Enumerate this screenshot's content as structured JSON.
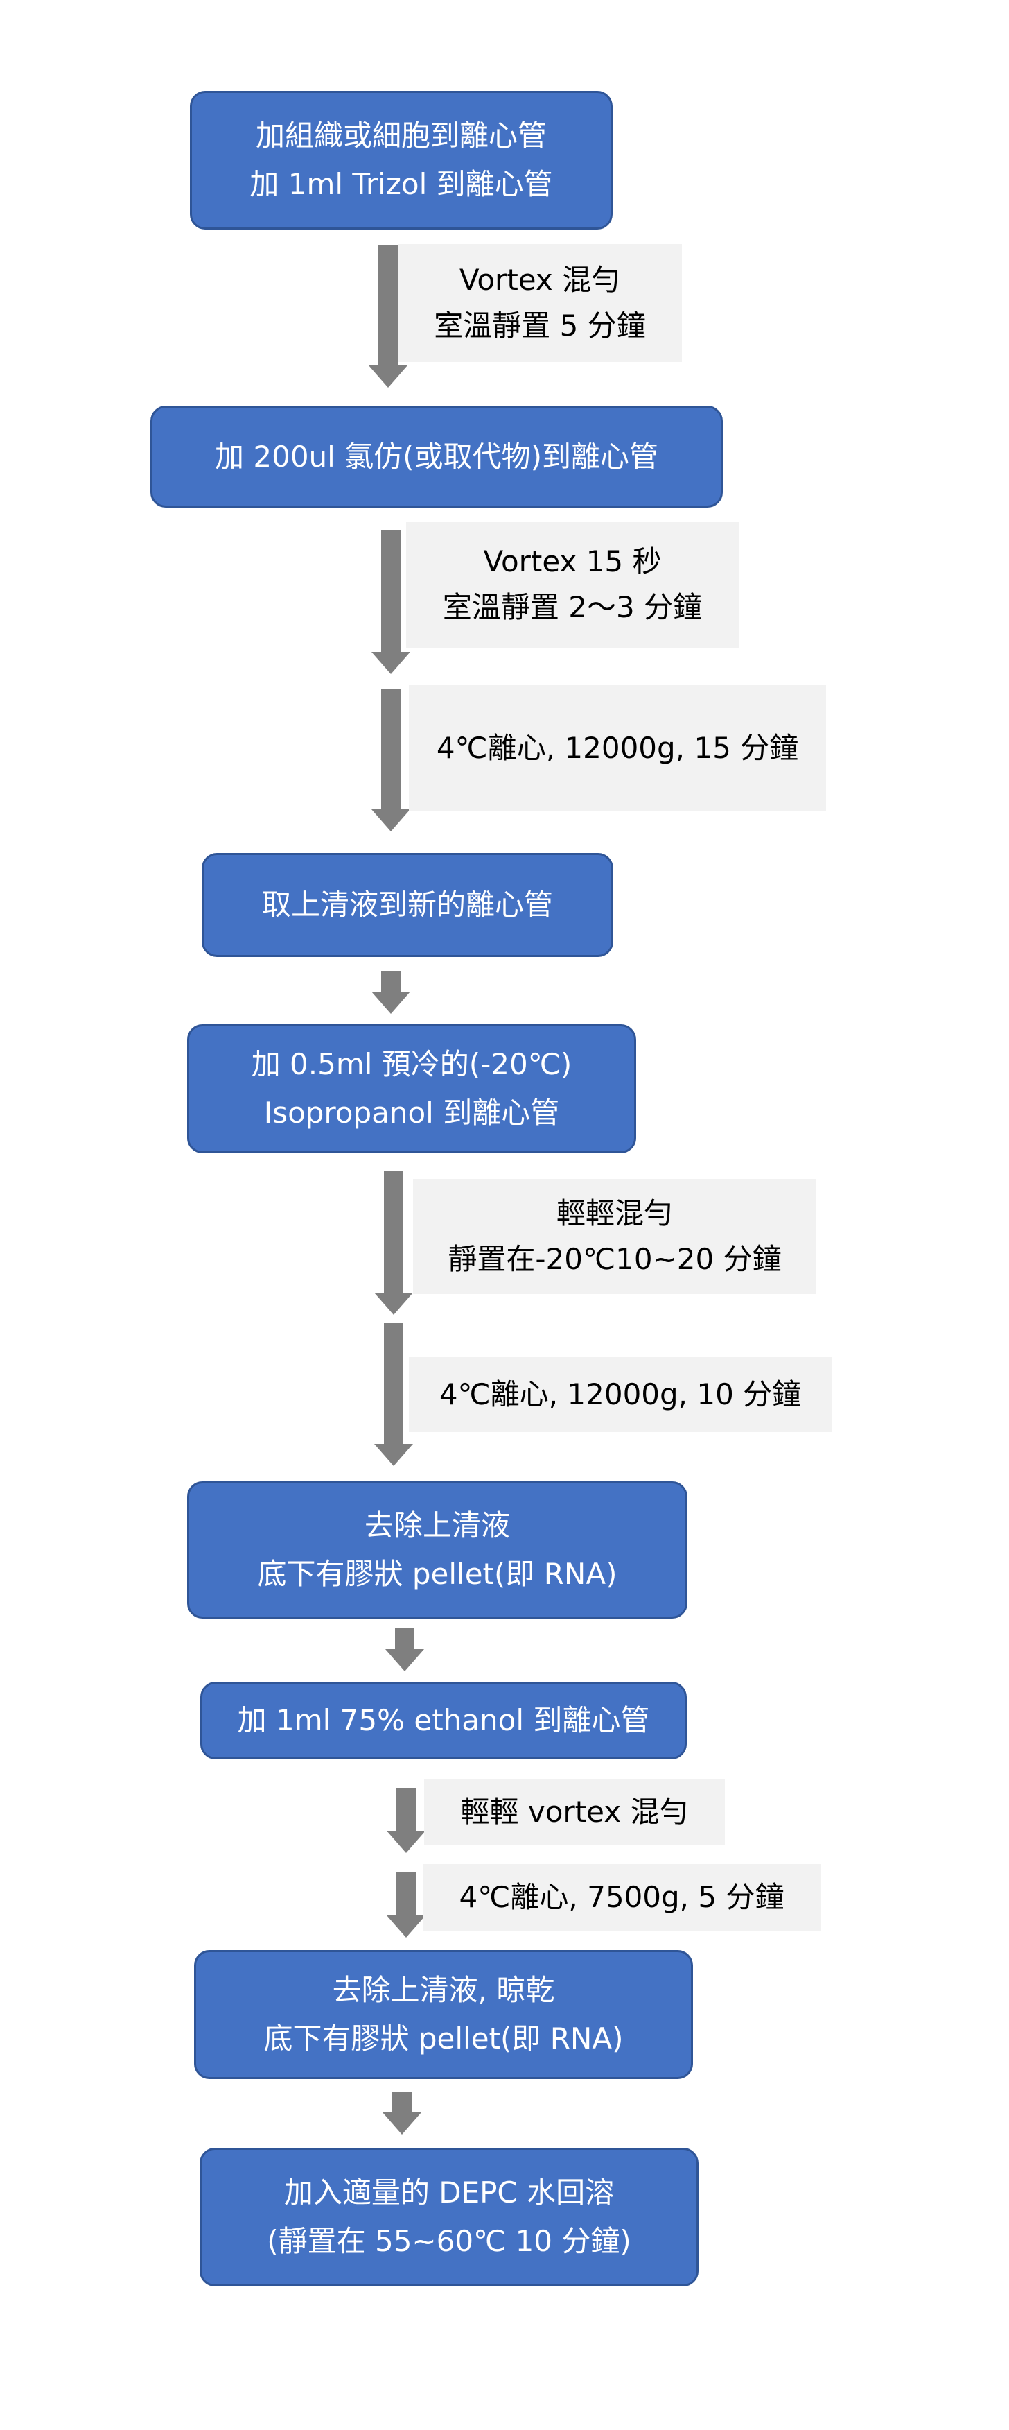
{
  "steps": [
    {
      "l1": "加組織或細胞到離心管",
      "l2": "加 1ml Trizol 到離心管"
    },
    {
      "l1": "加 200ul 氯仿(或取代物)到離心管"
    },
    {
      "l1": "取上清液到新的離心管"
    },
    {
      "l1": "加 0.5ml  預冷的(-20℃)",
      "l2": "Isopropanol 到離心管"
    },
    {
      "l1": "去除上清液",
      "l2": "底下有膠狀 pellet(即 RNA)"
    },
    {
      "l1": "加 1ml 75% ethanol 到離心管"
    },
    {
      "l1": "去除上清液, 晾乾",
      "l2": "底下有膠狀 pellet(即 RNA)"
    },
    {
      "l1": "加入適量的 DEPC 水回溶",
      "l2": "(靜置在 55~60℃  10 分鐘)"
    }
  ],
  "notes": [
    {
      "l1": "Vortex 混勻",
      "l2": "室溫靜置 5 分鐘"
    },
    {
      "l1": "Vortex 15 秒",
      "l2": "室溫靜置 2～3 分鐘"
    },
    {
      "l1": "4℃離心, 12000g, 15 分鐘"
    },
    {
      "l1": "輕輕混勻",
      "l2": "靜置在-20℃10~20 分鐘"
    },
    {
      "l1": "4℃離心, 12000g, 10 分鐘"
    },
    {
      "l1": "輕輕 vortex 混勻"
    },
    {
      "l1": "4℃離心, 7500g, 5 分鐘"
    }
  ],
  "colors": {
    "box_fill": "#4472c4",
    "box_border": "#2f5597",
    "arrow": "#7f7f7f",
    "note_fill": "#f2f2f2"
  }
}
